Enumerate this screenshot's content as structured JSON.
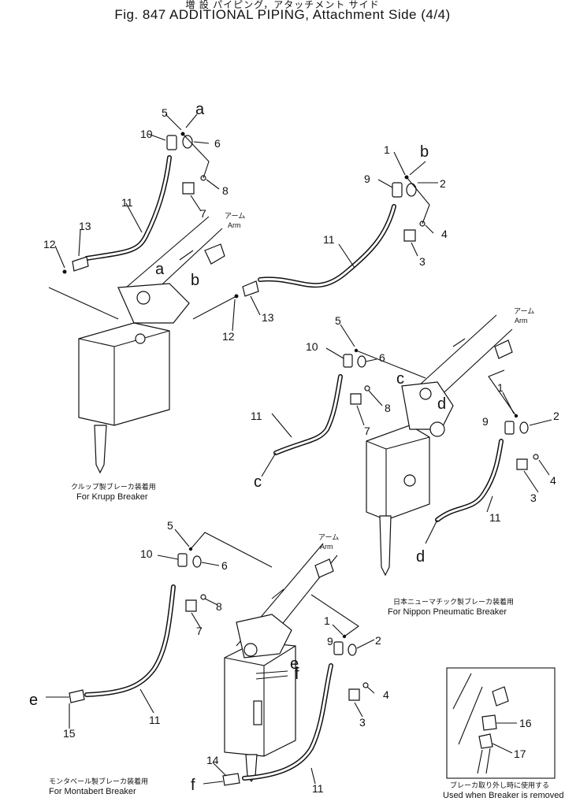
{
  "header": {
    "title_jp": "増 設 パイピング，アタッチメント サイド",
    "title": "Fig. 847  ADDITIONAL PIPING, Attachment Side (4/4)"
  },
  "labels": {
    "arm_jp": "アーム",
    "arm_en": "Arm",
    "a": "a",
    "b": "b",
    "c": "c",
    "d": "d",
    "e": "e",
    "f": "f"
  },
  "captions": {
    "krupp_jp": "クルップ製ブレーカ装着用",
    "krupp_en": "For Krupp Breaker",
    "nippon_jp": "日本ニューマチック製ブレーカ装着用",
    "nippon_en": "For Nippon Pneumatic Breaker",
    "montabert_jp": "モンタベール製ブレーカ装着用",
    "montabert_en": "For Montabert Breaker",
    "removed_jp": "ブレーカ取り外し時に使用する",
    "removed_en": "Used when Breaker is removed"
  },
  "part_numbers": {
    "p1": "1",
    "p2": "2",
    "p3": "3",
    "p4": "4",
    "p5": "5",
    "p6": "6",
    "p7": "7",
    "p8": "8",
    "p9": "9",
    "p10": "10",
    "p11": "11",
    "p12": "12",
    "p13": "13",
    "p14": "14",
    "p15": "15",
    "p16": "16",
    "p17": "17"
  }
}
